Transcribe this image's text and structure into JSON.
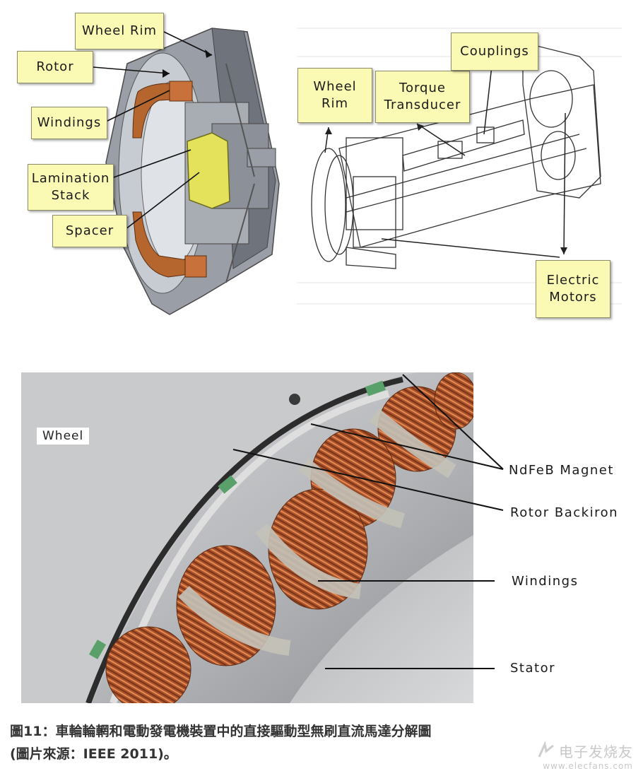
{
  "diagram": {
    "left_labels": {
      "wheel_rim": "Wheel Rim",
      "rotor": "Rotor",
      "windings": "Windings",
      "lamination_stack": "Lamination\nStack",
      "spacer": "Spacer"
    },
    "right_labels": {
      "wheel_rim": "Wheel\nRim",
      "torque_transducer": "Torque\nTransducer",
      "couplings": "Couplings",
      "electric_motors": "Electric\nMotors"
    }
  },
  "photo": {
    "wheel_tag": "Wheel",
    "labels": {
      "ndfeb_magnet": "NdFeB Magnet",
      "rotor_backiron": "Rotor Backiron",
      "windings": "Windings",
      "stator": "Stator"
    }
  },
  "caption": {
    "line1": "圖11：車輪輪輞和電動發電機裝置中的直接驅動型無刷直流馬達分解圖",
    "line2": "(圖片來源：IEEE 2011)。"
  },
  "watermark": {
    "text": "电子发烧友",
    "url": "www.elecfans.com"
  },
  "colors": {
    "callout_fill": "#fafab4",
    "copper": "#b5652e",
    "spacer_yellow": "#e4e25a"
  }
}
